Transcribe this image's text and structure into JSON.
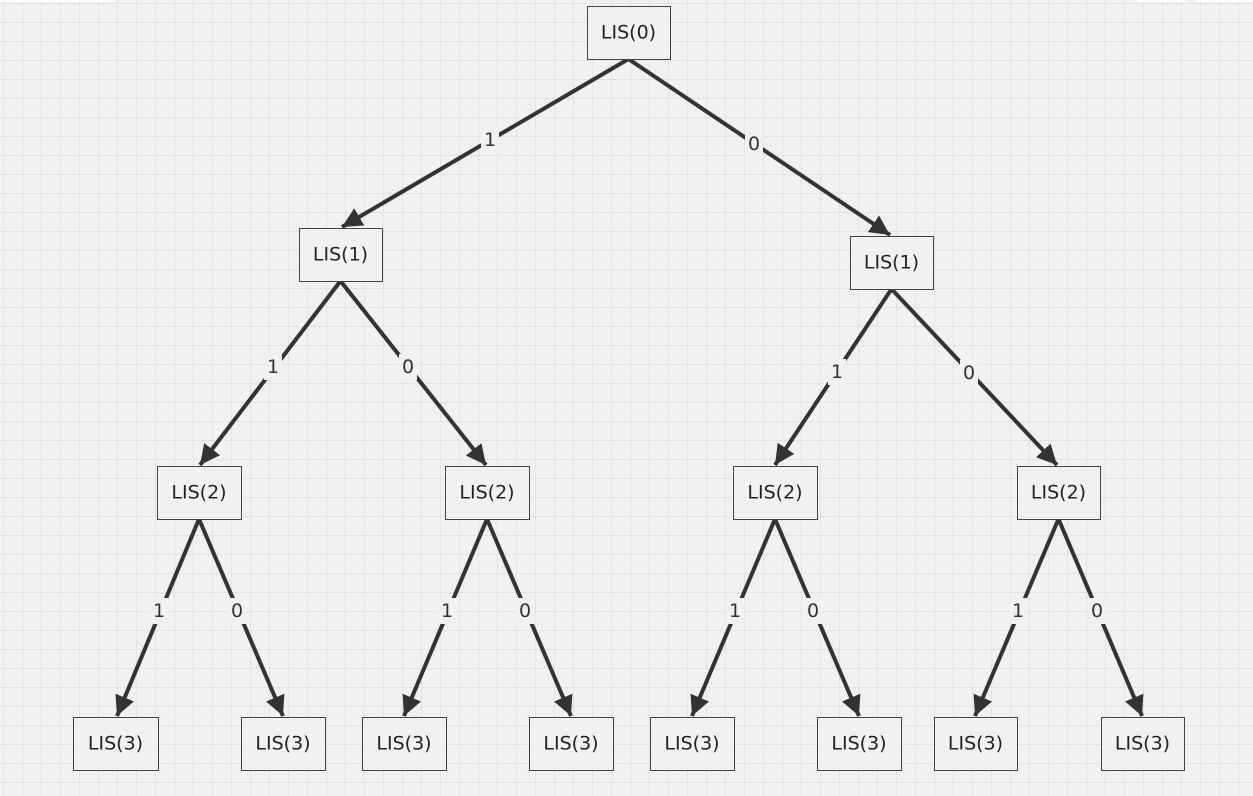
{
  "diagram": {
    "nodes": [
      {
        "id": "n0",
        "label": "LIS(0)"
      },
      {
        "id": "n1",
        "label": "LIS(1)"
      },
      {
        "id": "n2",
        "label": "LIS(1)"
      },
      {
        "id": "n3",
        "label": "LIS(2)"
      },
      {
        "id": "n4",
        "label": "LIS(2)"
      },
      {
        "id": "n5",
        "label": "LIS(2)"
      },
      {
        "id": "n6",
        "label": "LIS(2)"
      },
      {
        "id": "n7",
        "label": "LIS(3)"
      },
      {
        "id": "n8",
        "label": "LIS(3)"
      },
      {
        "id": "n9",
        "label": "LIS(3)"
      },
      {
        "id": "n10",
        "label": "LIS(3)"
      },
      {
        "id": "n11",
        "label": "LIS(3)"
      },
      {
        "id": "n12",
        "label": "LIS(3)"
      },
      {
        "id": "n13",
        "label": "LIS(3)"
      },
      {
        "id": "n14",
        "label": "LIS(3)"
      }
    ],
    "edges": [
      {
        "from": "n0",
        "to": "n1",
        "label": "1"
      },
      {
        "from": "n0",
        "to": "n2",
        "label": "0"
      },
      {
        "from": "n1",
        "to": "n3",
        "label": "1"
      },
      {
        "from": "n1",
        "to": "n4",
        "label": "0"
      },
      {
        "from": "n2",
        "to": "n5",
        "label": "1"
      },
      {
        "from": "n2",
        "to": "n6",
        "label": "0"
      },
      {
        "from": "n3",
        "to": "n7",
        "label": "1"
      },
      {
        "from": "n3",
        "to": "n8",
        "label": "0"
      },
      {
        "from": "n4",
        "to": "n9",
        "label": "1"
      },
      {
        "from": "n4",
        "to": "n10",
        "label": "0"
      },
      {
        "from": "n5",
        "to": "n11",
        "label": "1"
      },
      {
        "from": "n5",
        "to": "n12",
        "label": "0"
      },
      {
        "from": "n6",
        "to": "n13",
        "label": "1"
      },
      {
        "from": "n6",
        "to": "n14",
        "label": "0"
      }
    ]
  }
}
